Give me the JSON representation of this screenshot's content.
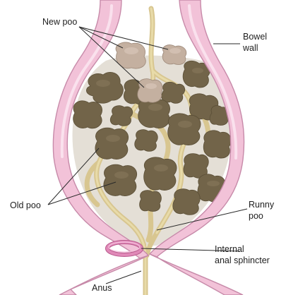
{
  "labels": {
    "new_poo": "New poo",
    "bowel_wall_line1": "Bowel",
    "bowel_wall_line2": "wall",
    "old_poo": "Old poo",
    "runny_poo_line1": "Runny",
    "runny_poo_line2": "poo",
    "sphincter_line1": "Internal",
    "sphincter_line2": "anal sphincter",
    "anus": "Anus"
  },
  "colors": {
    "bowel_wall": "#f2c2d8",
    "old_poo": "#726449",
    "new_poo": "#c4b0a0",
    "runny_poo": "#d8c690",
    "sphincter": "#e089b8"
  }
}
